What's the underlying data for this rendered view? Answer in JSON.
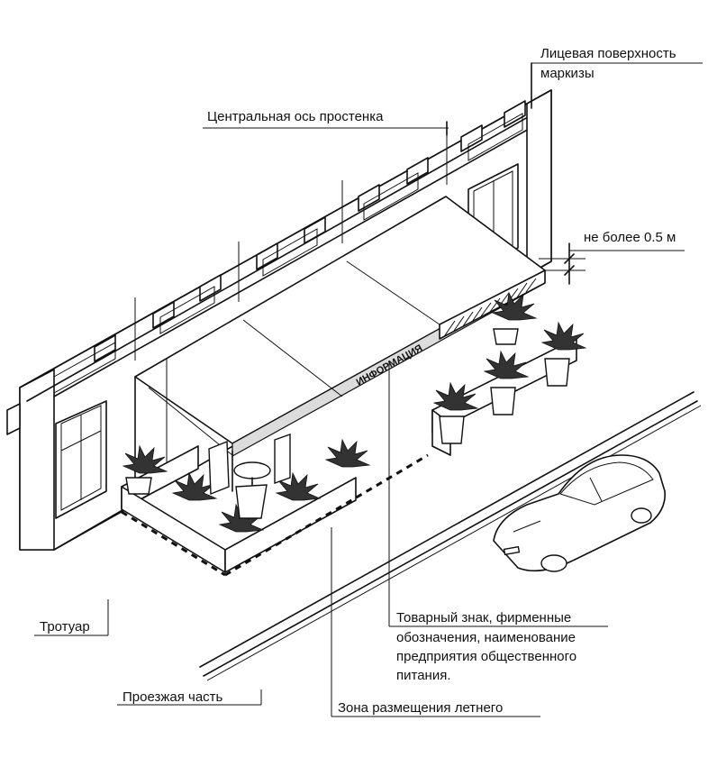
{
  "labels": {
    "awning_face": "Лицевая поверхность маркизы",
    "awning_face_line1": "Лицевая поверхность",
    "awning_face_line2": "маркизы",
    "pier_axis": "Центральная ось простенка",
    "max_height": "не более 0.5 м",
    "awning_sign": "ИНФОРМАЦИЯ",
    "sidewalk": "Тротуар",
    "roadway": "Проезжая часть",
    "trademark_line1": "Товарный знак, фирменные",
    "trademark_line2": "обозначения, наименование",
    "trademark_line3": "предприятия общественного",
    "trademark_line4": "питания.",
    "summer_zone": "Зона размещения летнего"
  }
}
